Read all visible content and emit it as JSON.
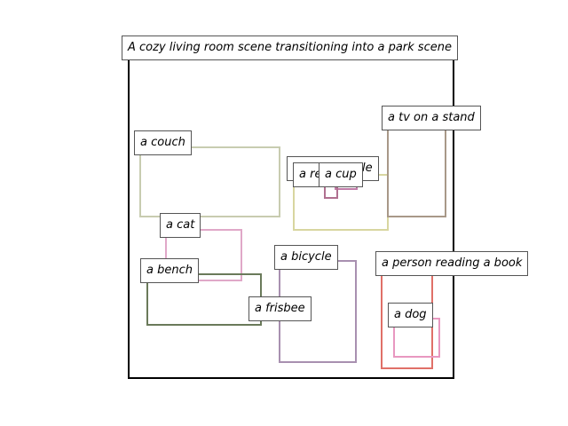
{
  "title": "A cozy living room scene transitioning into a park scene",
  "objects": [
    {
      "id": "couch",
      "label": "a couch",
      "color": "#c8ccb0"
    },
    {
      "id": "coffee-table",
      "label": "a coffee table",
      "color": "#d8d6a0"
    },
    {
      "id": "remote",
      "label": "a remote",
      "color": "#c07ca8"
    },
    {
      "id": "cup",
      "label": "a cup",
      "color": "#b07090"
    },
    {
      "id": "tv",
      "label": "a tv on a stand",
      "color": "#a89888"
    },
    {
      "id": "cat",
      "label": "a cat",
      "color": "#e0a8c8"
    },
    {
      "id": "bench",
      "label": "a bench",
      "color": "#6a7a5a"
    },
    {
      "id": "bicycle",
      "label": "a bicycle",
      "color": "#a890b0"
    },
    {
      "id": "frisbee",
      "label": "a frisbee",
      "color": "#a8b0d8"
    },
    {
      "id": "person",
      "label": "a person reading a book",
      "color": "#e07068"
    },
    {
      "id": "dog",
      "label": "a dog",
      "color": "#e898c0"
    }
  ]
}
